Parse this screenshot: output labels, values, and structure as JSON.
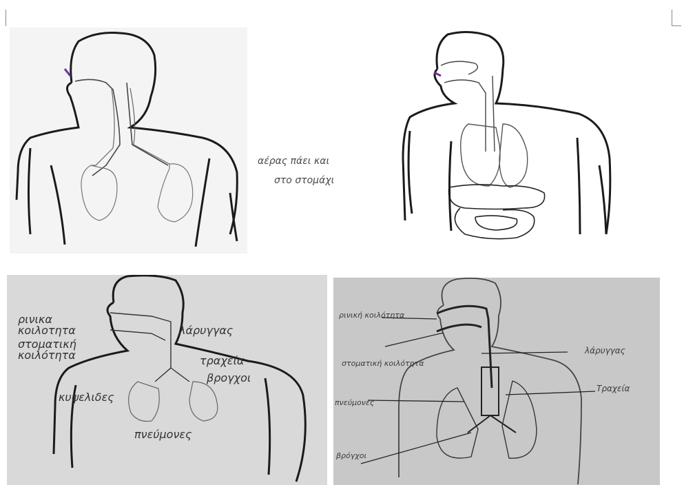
{
  "drawings": [
    {
      "id": "top-left",
      "background": "#f4f4f4",
      "labels": []
    },
    {
      "id": "top-right",
      "background": "#ffffff",
      "labels": []
    },
    {
      "id": "bottom-left",
      "background": "#d9d9d9",
      "labels": [
        "ρινικα",
        "κοιλοτητα",
        "στοματική",
        "κοιλότητα",
        "λάρυγγας",
        "τραχεία",
        "βρογχοι",
        "κυψελιδες",
        "πνεύμονες"
      ]
    },
    {
      "id": "bottom-right",
      "background": "#c8c8c8",
      "labels": [
        "ρινική κοιλότητα",
        "στοματική κοιλότητα",
        "λάρυγγας",
        "πνεύμονες",
        "Τραχεία",
        "βρόγχοι"
      ]
    }
  ],
  "handwritten_note": {
    "line1": "αέρας πάει και",
    "line2": "στο στομάχι"
  }
}
